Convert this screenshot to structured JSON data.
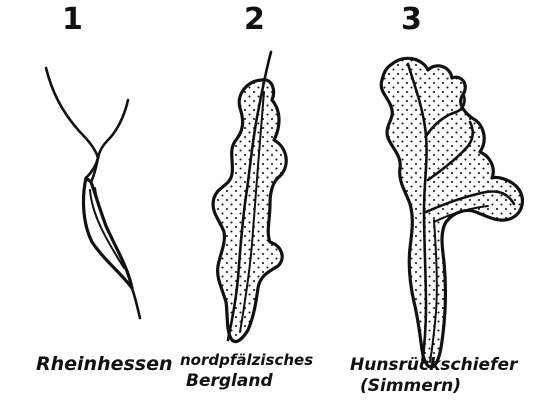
{
  "panels": [
    {
      "number": "1",
      "caption_lines": [
        "Rheinhessen"
      ]
    },
    {
      "number": "2",
      "caption_lines": [
        "nordpfälzisches",
        "Bergland"
      ]
    },
    {
      "number": "3",
      "caption_lines": [
        "Hunsrückschiefer",
        "(Simmern)"
      ]
    }
  ]
}
